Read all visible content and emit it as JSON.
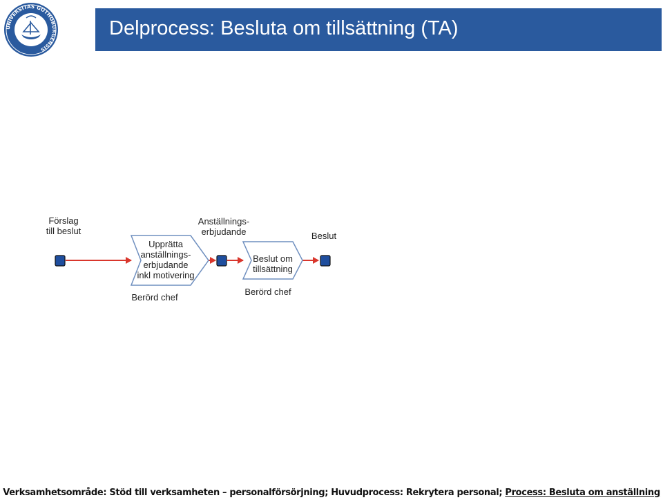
{
  "title": "Delprocess: Besluta om tillsättning (TA)",
  "logo": {
    "icon": "university-seal-icon",
    "text": "UNIVERSITAS GOTHOBURGENSIS"
  },
  "colors": {
    "title_bg": "#2a5a9e",
    "event_fill": "#1f4e9e",
    "event_stroke": "#111111",
    "arrow": "#d9362c",
    "function_fill": "#ffffff",
    "function_stroke": "#6f8fbf"
  },
  "diagram": {
    "event_1": {
      "label": "Förslag\ntill beslut"
    },
    "function_1": {
      "label": "Upprätta\nanställnings-\nerbjudande\ninkl motivering",
      "role": "Berörd chef"
    },
    "event_2": {
      "label": "Anställnings-\nerbjudande"
    },
    "function_2": {
      "label": "Beslut om\ntillsättning",
      "role": "Berörd chef"
    },
    "event_3": {
      "label": "Beslut"
    }
  },
  "footer": {
    "text": "Verksamhetsområde: Stöd till verksamheten – personalförsörjning; Huvudprocess: Rekrytera personal; ",
    "link": "Process: Besluta om anställning"
  }
}
